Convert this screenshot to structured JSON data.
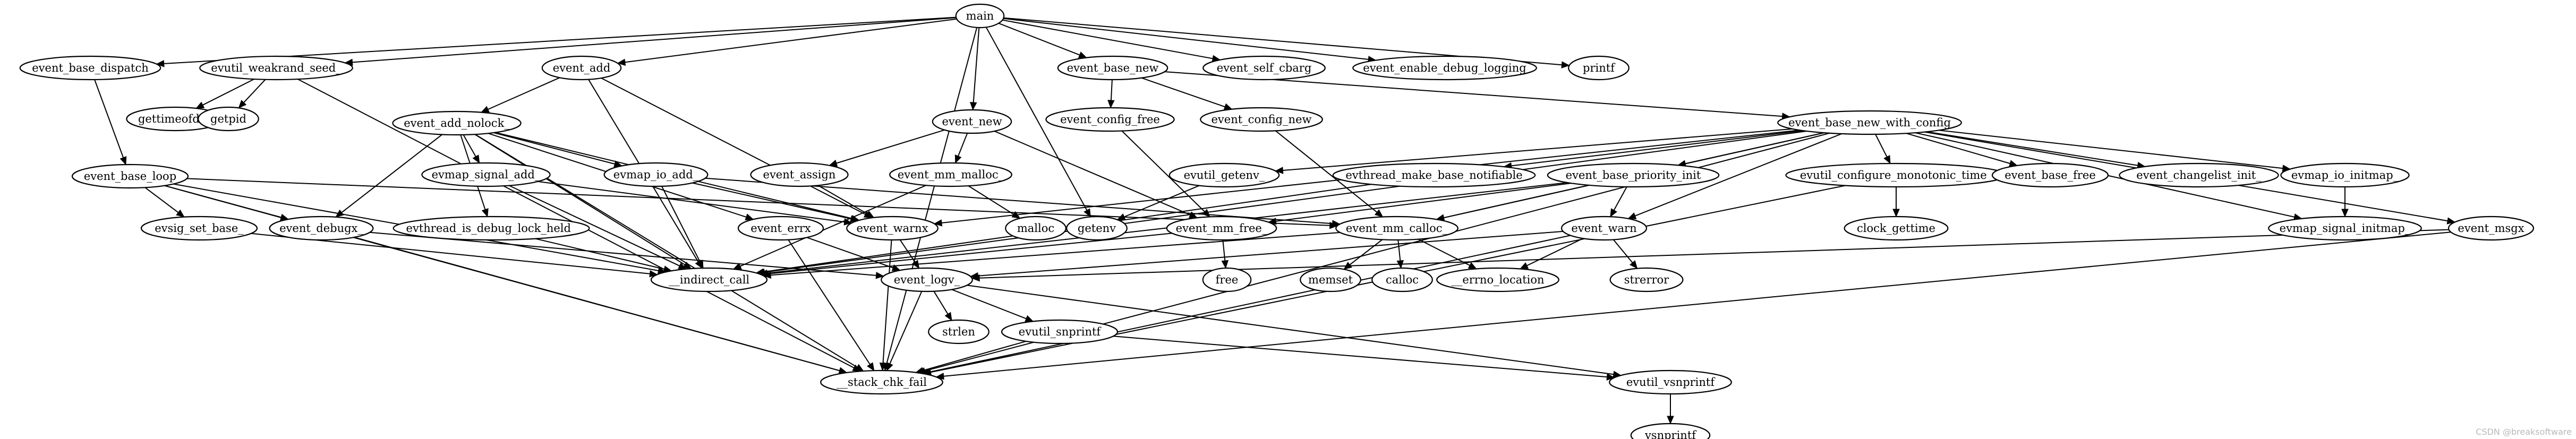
{
  "graph": {
    "type": "call-graph",
    "root": "main",
    "nodes": [
      {
        "id": "main",
        "label": "main"
      },
      {
        "id": "event_base_dispatch",
        "label": "event_base_dispatch"
      },
      {
        "id": "evutil_weakrand_seed_",
        "label": "evutil_weakrand_seed_"
      },
      {
        "id": "event_add",
        "label": "event_add"
      },
      {
        "id": "event_base_new",
        "label": "event_base_new"
      },
      {
        "id": "event_self_cbarg",
        "label": "event_self_cbarg"
      },
      {
        "id": "event_enable_debug_logging",
        "label": "event_enable_debug_logging"
      },
      {
        "id": "printf",
        "label": "printf"
      },
      {
        "id": "gettimeofday",
        "label": "gettimeofday"
      },
      {
        "id": "getpid",
        "label": "getpid"
      },
      {
        "id": "event_add_nolock_",
        "label": "event_add_nolock_"
      },
      {
        "id": "event_new",
        "label": "event_new"
      },
      {
        "id": "event_config_free",
        "label": "event_config_free"
      },
      {
        "id": "event_config_new",
        "label": "event_config_new"
      },
      {
        "id": "event_base_new_with_config",
        "label": "event_base_new_with_config"
      },
      {
        "id": "event_base_loop",
        "label": "event_base_loop"
      },
      {
        "id": "evmap_signal_add_",
        "label": "evmap_signal_add_"
      },
      {
        "id": "evmap_io_add_",
        "label": "evmap_io_add_"
      },
      {
        "id": "event_assign",
        "label": "event_assign"
      },
      {
        "id": "event_mm_malloc_",
        "label": "event_mm_malloc_"
      },
      {
        "id": "evutil_getenv_",
        "label": "evutil_getenv_"
      },
      {
        "id": "evthread_make_base_notifiable",
        "label": "evthread_make_base_notifiable"
      },
      {
        "id": "event_base_priority_init",
        "label": "event_base_priority_init"
      },
      {
        "id": "evutil_configure_monotonic_time_",
        "label": "evutil_configure_monotonic_time_"
      },
      {
        "id": "event_base_free",
        "label": "event_base_free"
      },
      {
        "id": "event_changelist_init_",
        "label": "event_changelist_init_"
      },
      {
        "id": "evmap_io_initmap_",
        "label": "evmap_io_initmap_"
      },
      {
        "id": "evsig_set_base_",
        "label": "evsig_set_base_"
      },
      {
        "id": "event_debugx_",
        "label": "event_debugx_"
      },
      {
        "id": "evthread_is_debug_lock_held_",
        "label": "evthread_is_debug_lock_held_"
      },
      {
        "id": "event_errx",
        "label": "event_errx"
      },
      {
        "id": "event_warnx",
        "label": "event_warnx"
      },
      {
        "id": "malloc",
        "label": "malloc"
      },
      {
        "id": "getenv",
        "label": "getenv"
      },
      {
        "id": "event_mm_free_",
        "label": "event_mm_free_"
      },
      {
        "id": "event_mm_calloc_",
        "label": "event_mm_calloc_"
      },
      {
        "id": "event_warn",
        "label": "event_warn"
      },
      {
        "id": "clock_gettime",
        "label": "clock_gettime"
      },
      {
        "id": "evmap_signal_initmap_",
        "label": "evmap_signal_initmap_"
      },
      {
        "id": "event_msgx",
        "label": "event_msgx"
      },
      {
        "id": "__indirect_call",
        "label": "__indirect_call"
      },
      {
        "id": "event_logv_",
        "label": "event_logv_"
      },
      {
        "id": "free",
        "label": "free"
      },
      {
        "id": "memset",
        "label": "memset"
      },
      {
        "id": "calloc",
        "label": "calloc"
      },
      {
        "id": "__errno_location",
        "label": "__errno_location"
      },
      {
        "id": "strerror",
        "label": "strerror"
      },
      {
        "id": "strlen",
        "label": "strlen"
      },
      {
        "id": "evutil_snprintf",
        "label": "evutil_snprintf"
      },
      {
        "id": "__stack_chk_fail",
        "label": "__stack_chk_fail"
      },
      {
        "id": "evutil_vsnprintf",
        "label": "evutil_vsnprintf"
      },
      {
        "id": "vsnprintf",
        "label": "vsnprintf"
      }
    ],
    "edges": [
      [
        "main",
        "event_base_dispatch"
      ],
      [
        "main",
        "evutil_weakrand_seed_"
      ],
      [
        "main",
        "event_add"
      ],
      [
        "main",
        "event_new"
      ],
      [
        "main",
        "getenv"
      ],
      [
        "main",
        "event_base_new"
      ],
      [
        "main",
        "event_self_cbarg"
      ],
      [
        "main",
        "event_enable_debug_logging"
      ],
      [
        "main",
        "printf"
      ],
      [
        "main",
        "__stack_chk_fail"
      ],
      [
        "event_base_dispatch",
        "event_base_loop"
      ],
      [
        "evutil_weakrand_seed_",
        "gettimeofday"
      ],
      [
        "evutil_weakrand_seed_",
        "getpid"
      ],
      [
        "evutil_weakrand_seed_",
        "__stack_chk_fail"
      ],
      [
        "event_add",
        "event_add_nolock_"
      ],
      [
        "event_add",
        "event_warnx"
      ],
      [
        "event_add",
        "__indirect_call"
      ],
      [
        "event_add_nolock_",
        "evmap_signal_add_"
      ],
      [
        "event_add_nolock_",
        "evmap_io_add_"
      ],
      [
        "event_add_nolock_",
        "event_debugx_"
      ],
      [
        "event_add_nolock_",
        "evthread_is_debug_lock_held_"
      ],
      [
        "event_add_nolock_",
        "event_errx"
      ],
      [
        "event_add_nolock_",
        "event_warnx"
      ],
      [
        "event_add_nolock_",
        "__indirect_call"
      ],
      [
        "event_add_nolock_",
        "__stack_chk_fail"
      ],
      [
        "event_new",
        "event_assign"
      ],
      [
        "event_new",
        "event_mm_malloc_"
      ],
      [
        "event_new",
        "event_mm_free_"
      ],
      [
        "event_base_new",
        "event_config_free"
      ],
      [
        "event_base_new",
        "event_config_new"
      ],
      [
        "event_base_new",
        "event_base_new_with_config"
      ],
      [
        "event_config_free",
        "event_mm_free_"
      ],
      [
        "event_config_new",
        "event_mm_calloc_"
      ],
      [
        "event_base_new_with_config",
        "evutil_getenv_"
      ],
      [
        "event_base_new_with_config",
        "evthread_make_base_notifiable"
      ],
      [
        "event_base_new_with_config",
        "event_base_priority_init"
      ],
      [
        "event_base_new_with_config",
        "evutil_configure_monotonic_time_"
      ],
      [
        "event_base_new_with_config",
        "event_base_free"
      ],
      [
        "event_base_new_with_config",
        "event_changelist_init_"
      ],
      [
        "event_base_new_with_config",
        "evmap_io_initmap_"
      ],
      [
        "event_base_new_with_config",
        "evmap_signal_initmap_"
      ],
      [
        "event_base_new_with_config",
        "event_msgx"
      ],
      [
        "event_base_new_with_config",
        "event_warnx"
      ],
      [
        "event_base_new_with_config",
        "event_warn"
      ],
      [
        "event_base_new_with_config",
        "event_mm_calloc_"
      ],
      [
        "event_base_new_with_config",
        "__indirect_call"
      ],
      [
        "event_base_new_with_config",
        "__stack_chk_fail"
      ],
      [
        "event_base_loop",
        "evsig_set_base_"
      ],
      [
        "event_base_loop",
        "event_debugx_"
      ],
      [
        "event_base_loop",
        "event_mm_calloc_"
      ],
      [
        "event_base_loop",
        "__indirect_call"
      ],
      [
        "event_base_loop",
        "__stack_chk_fail"
      ],
      [
        "evmap_signal_add_",
        "event_warnx"
      ],
      [
        "evmap_signal_add_",
        "__indirect_call"
      ],
      [
        "evmap_io_add_",
        "event_warnx"
      ],
      [
        "evmap_io_add_",
        "event_mm_calloc_"
      ],
      [
        "evmap_io_add_",
        "__indirect_call"
      ],
      [
        "event_assign",
        "event_warnx"
      ],
      [
        "event_mm_malloc_",
        "malloc"
      ],
      [
        "event_mm_malloc_",
        "__indirect_call"
      ],
      [
        "evutil_getenv_",
        "getenv"
      ],
      [
        "evthread_make_base_notifiable",
        "__indirect_call"
      ],
      [
        "event_base_priority_init",
        "event_mm_free_"
      ],
      [
        "event_base_priority_init",
        "event_mm_calloc_"
      ],
      [
        "event_base_priority_init",
        "event_warn"
      ],
      [
        "event_base_priority_init",
        "__indirect_call"
      ],
      [
        "evutil_configure_monotonic_time_",
        "clock_gettime"
      ],
      [
        "evutil_configure_monotonic_time_",
        "__stack_chk_fail"
      ],
      [
        "evmap_io_initmap_",
        "evmap_signal_initmap_"
      ],
      [
        "evsig_set_base_",
        "__indirect_call"
      ],
      [
        "event_debugx_",
        "event_logv_"
      ],
      [
        "event_debugx_",
        "__stack_chk_fail"
      ],
      [
        "evthread_is_debug_lock_held_",
        "__indirect_call"
      ],
      [
        "event_errx",
        "event_logv_"
      ],
      [
        "event_errx",
        "__stack_chk_fail"
      ],
      [
        "event_warnx",
        "event_logv_"
      ],
      [
        "event_warnx",
        "__stack_chk_fail"
      ],
      [
        "event_mm_free_",
        "free"
      ],
      [
        "event_mm_free_",
        "__indirect_call"
      ],
      [
        "event_mm_calloc_",
        "memset"
      ],
      [
        "event_mm_calloc_",
        "calloc"
      ],
      [
        "event_mm_calloc_",
        "__errno_location"
      ],
      [
        "event_mm_calloc_",
        "__indirect_call"
      ],
      [
        "event_warn",
        "event_logv_"
      ],
      [
        "event_warn",
        "__errno_location"
      ],
      [
        "event_warn",
        "strerror"
      ],
      [
        "event_warn",
        "__stack_chk_fail"
      ],
      [
        "event_msgx",
        "event_logv_"
      ],
      [
        "event_msgx",
        "__stack_chk_fail"
      ],
      [
        "event_logv_",
        "strlen"
      ],
      [
        "event_logv_",
        "evutil_snprintf"
      ],
      [
        "event_logv_",
        "evutil_vsnprintf"
      ],
      [
        "event_logv_",
        "__stack_chk_fail"
      ],
      [
        "evutil_snprintf",
        "evutil_vsnprintf"
      ],
      [
        "evutil_snprintf",
        "__stack_chk_fail"
      ],
      [
        "evutil_vsnprintf",
        "vsnprintf"
      ]
    ]
  },
  "watermark": "CSDN @breaksoftware"
}
